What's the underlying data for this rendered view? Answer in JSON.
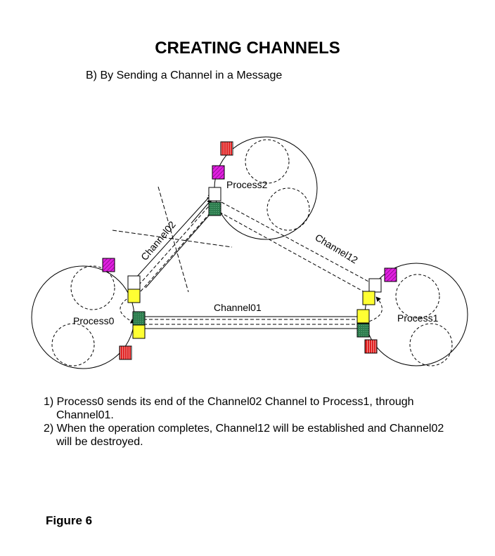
{
  "title": "CREATING CHANNELS",
  "subtitle": "B) By Sending a Channel in a Message",
  "processes": {
    "p0": "Process0",
    "p1": "Process1",
    "p2": "Process2"
  },
  "channels": {
    "c01": "Channel01",
    "c02": "Channel02",
    "c12": "Channel12"
  },
  "notes": [
    {
      "first": "1) Process0 sends its end of the Channel02 Channel to Process1, through",
      "rest": "Channel01."
    },
    {
      "first": "2) When the operation completes, Channel12 will be established and Channel02",
      "rest": "will be destroyed."
    }
  ],
  "figure_label": "Figure 6",
  "colors": {
    "green": "#2e7d4f",
    "yellow": "#ffff33",
    "magenta": "#e020e0",
    "red": "#e02020"
  }
}
